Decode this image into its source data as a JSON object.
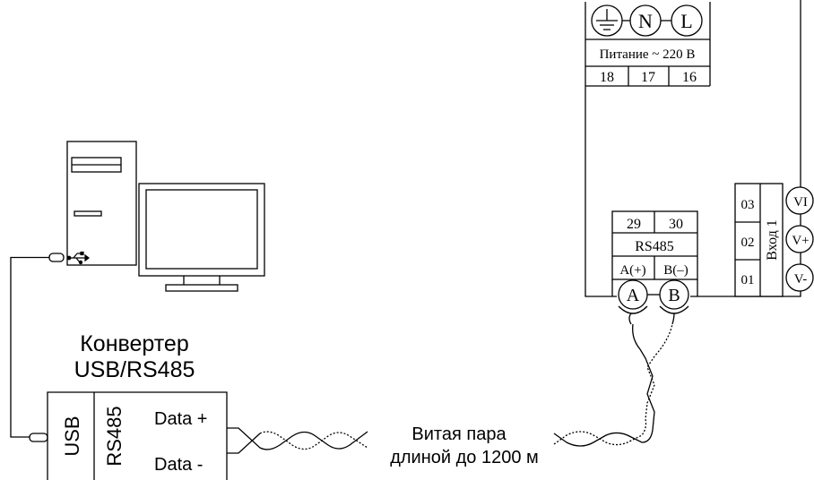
{
  "converter": {
    "title_line1": "Конвертер",
    "title_line2": "USB/RS485",
    "usb_label": "USB",
    "rs485_label": "RS485",
    "data_plus": "Data +",
    "data_minus": "Data -"
  },
  "cable": {
    "label_line1": "Витая пара",
    "label_line2": "длиной до 1200 м"
  },
  "device": {
    "power_label": "Питание ~ 220 В",
    "power_terminals": [
      "18",
      "17",
      "16"
    ],
    "power_symbols": [
      "N",
      "L"
    ],
    "rs485_terminals": [
      "29",
      "30"
    ],
    "rs485_label": "RS485",
    "rs485_a": "A(+)",
    "rs485_b": "B(–)",
    "rs485_circle_a": "A",
    "rs485_circle_b": "B",
    "input_terminals": [
      "03",
      "02",
      "01"
    ],
    "input_label": "Вход 1",
    "input_circles": [
      "VI",
      "V+",
      "V-"
    ]
  },
  "icons": {
    "computer": "desktop-computer-icon",
    "usb": "usb-symbol-icon",
    "ground": "ground-icon"
  }
}
